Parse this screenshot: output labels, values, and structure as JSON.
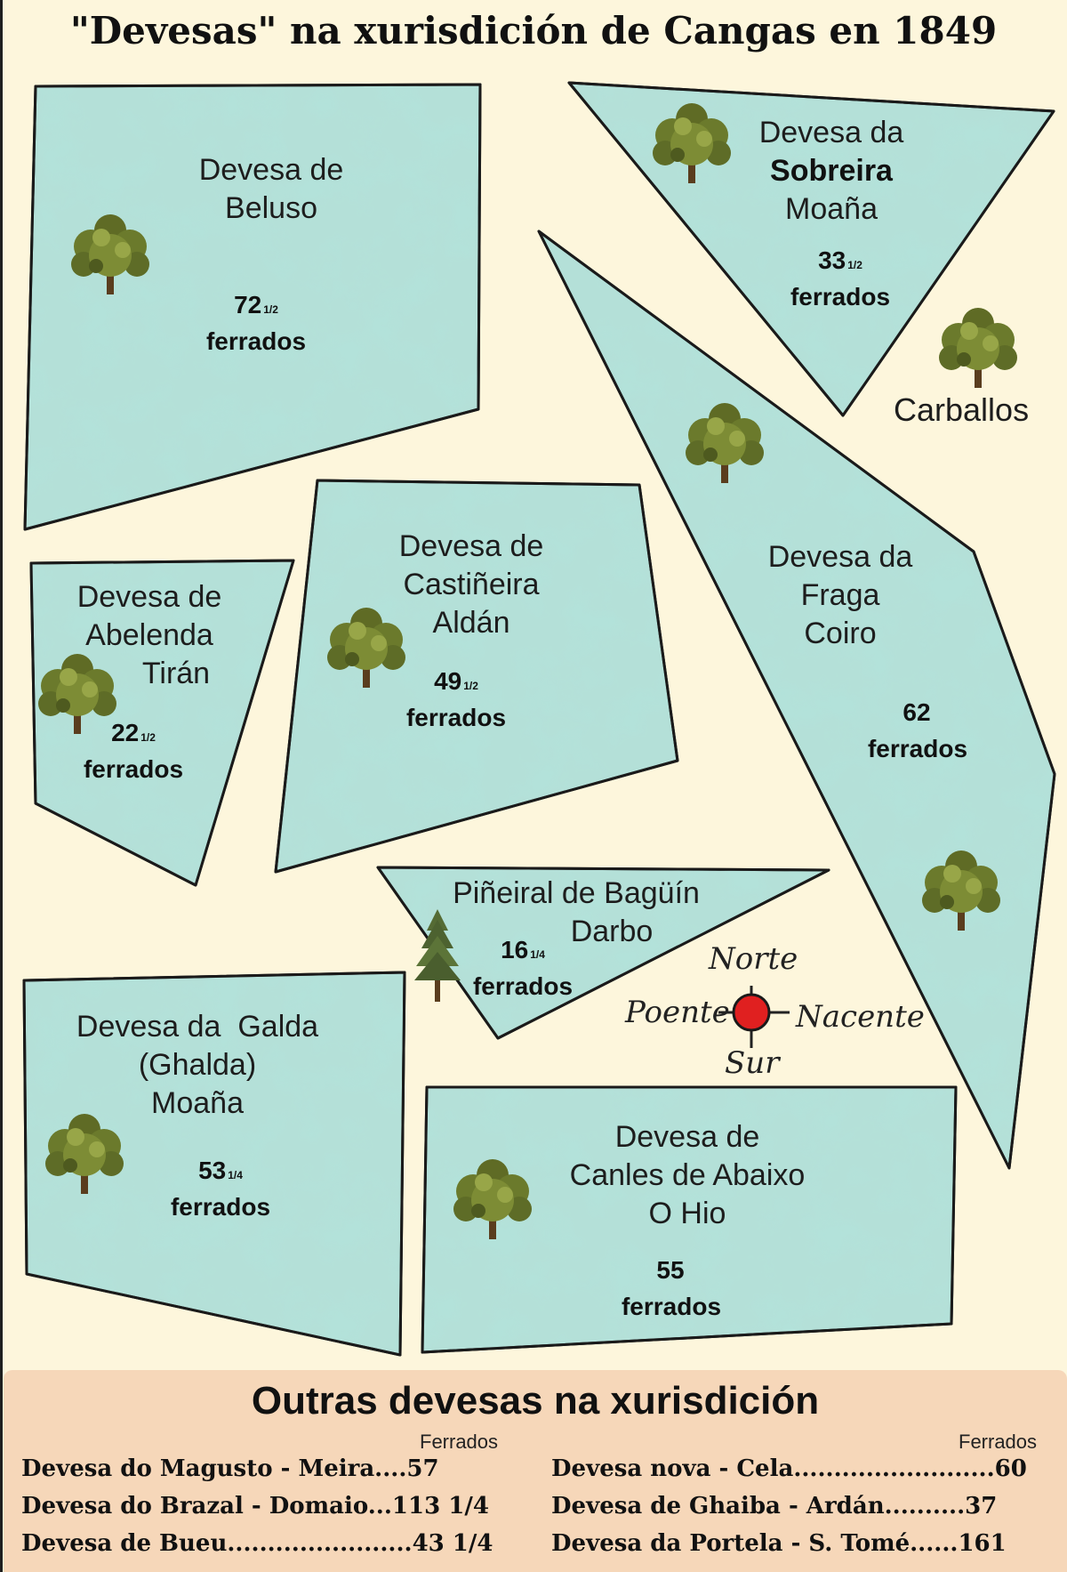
{
  "title": "\"Devesas\" na xurisdición de Cangas en 1849",
  "colors": {
    "background": "#fdf6dc",
    "parcel_fill": "#b4e0d8",
    "parcel_mottle": "#7fc7b9",
    "compass_dot": "#e02020",
    "panel": "#f6d7b9"
  },
  "icons": {
    "tree": "deciduous-tree-icon",
    "pine": "pine-tree-icon",
    "compass": "compass-rose-icon"
  },
  "parcels": {
    "beluso": {
      "lines": [
        "Devesa de",
        "Beluso"
      ],
      "amount": "72",
      "fraction": "1/2",
      "unit": "ferrados"
    },
    "sobreira": {
      "lines": [
        "Devesa da",
        "Sobreira",
        "Moaña"
      ],
      "amount": "33",
      "fraction": "1/2",
      "unit": "ferrados"
    },
    "fraga": {
      "lines": [
        "Devesa da",
        "Fraga",
        "Coiro"
      ],
      "amount": "62",
      "fraction": "",
      "unit": "ferrados"
    },
    "castineira": {
      "lines": [
        "Devesa de",
        "Castiñeira",
        "Aldán"
      ],
      "amount": "49",
      "fraction": "1/2",
      "unit": "ferrados"
    },
    "abelenda": {
      "lines": [
        "Devesa de",
        "Abelenda",
        "Tirán"
      ],
      "amount": "22",
      "fraction": "1/2",
      "unit": "ferrados"
    },
    "baguin": {
      "lines": [
        "Piñeiral de Bagüín",
        "Darbo"
      ],
      "amount": "16",
      "fraction": "1/4",
      "unit": "ferrados"
    },
    "galda": {
      "lines": [
        "Devesa da  Galda",
        "(Ghalda)",
        "Moaña"
      ],
      "amount": "53",
      "fraction": "1/4",
      "unit": "ferrados"
    },
    "canles": {
      "lines": [
        "Devesa de",
        "Canles de Abaixo",
        "O Hio"
      ],
      "amount": "55",
      "fraction": "",
      "unit": "ferrados"
    }
  },
  "carballos_label": "Carballos",
  "compass": {
    "north": "Norte",
    "west": "Poente",
    "east": "Nacente",
    "south": "Sur"
  },
  "others": {
    "title": "Outras devesas na xurisdición",
    "column_header": "Ferrados",
    "left": [
      {
        "text": "Devesa do Magusto - Meira....57"
      },
      {
        "text": "Devesa do Brazal - Domaio...113 1/4"
      },
      {
        "text": "Devesa de Bueu.......................43 1/4"
      }
    ],
    "right": [
      {
        "text": "Devesa nova - Cela.........................60"
      },
      {
        "text": "Devesa de Ghaiba - Ardán..........37"
      },
      {
        "text": "Devesa da Portela - S. Tomé......161"
      }
    ]
  }
}
